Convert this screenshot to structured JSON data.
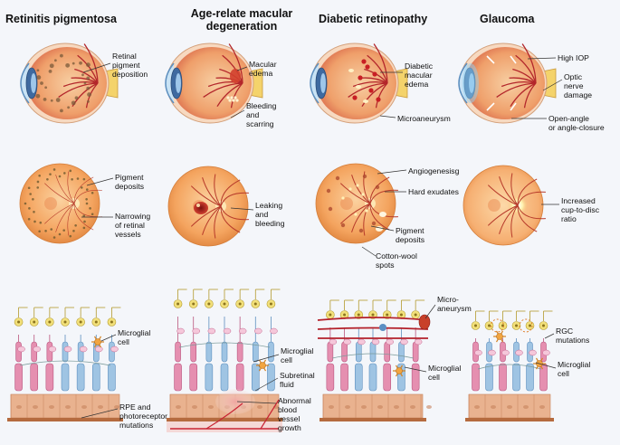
{
  "titles": {
    "rp": "Retinitis pigmentosa",
    "amd_line1": "Age-relate macular",
    "amd_line2": "degeneration",
    "dr": "Diabetic retinopathy",
    "gl": "Glaucoma"
  },
  "labels": {
    "rp_eye_1": "Retinal",
    "rp_eye_2": "pigment",
    "rp_eye_3": "deposition",
    "amd_eye_a1": "Macular",
    "amd_eye_a2": "edema",
    "amd_eye_b1": "Bleeding",
    "amd_eye_b2": "and",
    "amd_eye_b3": "scarring",
    "dr_eye_a1": "Diabetic",
    "dr_eye_a2": "macular",
    "dr_eye_a3": "edema",
    "dr_eye_b": "Microaneurysm",
    "gl_eye_a": "High IOP",
    "gl_eye_b1": "Optic",
    "gl_eye_b2": "nerve",
    "gl_eye_b3": "damage",
    "gl_eye_c1": "Open-angle",
    "gl_eye_c2": "or angle-closure",
    "rp_fundus_a1": "Pigment",
    "rp_fundus_a2": "deposits",
    "rp_fundus_b1": "Narrowing",
    "rp_fundus_b2": "of retinal",
    "rp_fundus_b3": "vessels",
    "amd_fundus_1": "Leaking",
    "amd_fundus_2": "and",
    "amd_fundus_3": "bleeding",
    "dr_fundus_a": "Angiogenesisg",
    "dr_fundus_b": "Hard exudates",
    "dr_fundus_c1": "Pigment",
    "dr_fundus_c2": "deposits",
    "dr_fundus_d1": "Cotton-wool",
    "dr_fundus_d2": "spots",
    "gl_fundus_1": "Increased",
    "gl_fundus_2": "cup-to-disc",
    "gl_fundus_3": "ratio",
    "rp_cell_a1": "Microglial",
    "rp_cell_a2": "cell",
    "rp_cell_b1": "RPE and",
    "rp_cell_b2": "photoreceptor",
    "rp_cell_b3": "mutations",
    "amd_cell_a1": "Microglial",
    "amd_cell_a2": "cell",
    "amd_cell_b1": "Subretinal",
    "amd_cell_b2": "fluid",
    "amd_cell_c1": "Abnormal",
    "amd_cell_c2": "blood",
    "amd_cell_c3": "vessel",
    "amd_cell_c4": "growth",
    "dr_cell_a1": "Micro-",
    "dr_cell_a2": "aneurysm",
    "dr_cell_b1": "Microglial",
    "dr_cell_b2": "cell",
    "gl_cell_a1": "RGC",
    "gl_cell_a2": "mutations",
    "gl_cell_b1": "Microglial",
    "gl_cell_b2": "cell"
  },
  "colors": {
    "background": "#f4f6fa",
    "eye_tissue": "#f2b98a",
    "vessel": "#b3262b",
    "fundus": "#f2a766",
    "rpe": "#e9b28f",
    "rod": "#9fc4e3",
    "cone": "#e58fb0",
    "ganglion": "#f2e07a",
    "microglia": "#f2a540"
  },
  "icons": [
    "eye-cross-section-icon",
    "fundus-icon",
    "retina-cell-layer-icon"
  ]
}
